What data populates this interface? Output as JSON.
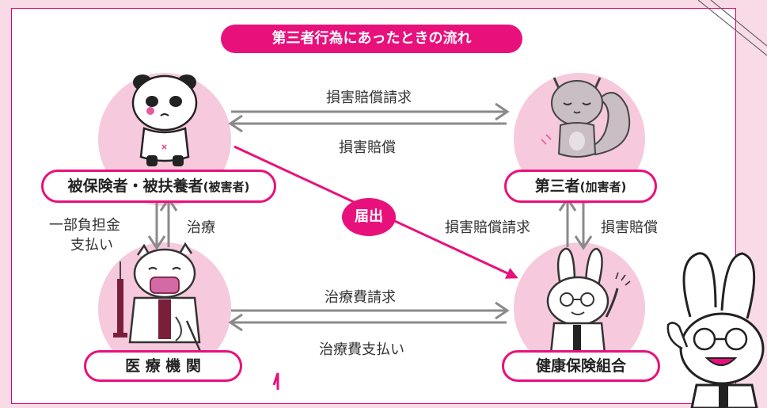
{
  "title": "第三者行為にあったときの流れ",
  "nodes": {
    "insured": {
      "main": "被保険者・被扶養者",
      "sub": "(被害者)"
    },
    "third_party": {
      "main": "第三者",
      "sub": "(加害者)"
    },
    "medical": {
      "main": "医 療 機 関"
    },
    "insurer": {
      "main": "健康保険組合"
    }
  },
  "edges": {
    "claim_to_third": "損害賠償請求",
    "compensation_from_third": "損害賠償",
    "partial_payment_line1": "一部負担金",
    "partial_payment_line2": "支払い",
    "treatment": "治療",
    "report": "届出",
    "insurer_claim_third": "損害賠償請求",
    "third_pays_insurer": "損害賠償",
    "treatment_cost_claim": "治療費請求",
    "treatment_cost_payment": "治療費支払い"
  },
  "colors": {
    "accent": "#e8117c",
    "arrow": "#8a8a8a",
    "circle": "#f7c9dc",
    "background": "#f9dbe8"
  },
  "icons": [
    "panda-character-icon",
    "squirrel-character-icon",
    "cat-doctor-character-icon",
    "rabbit-glasses-character-icon"
  ]
}
